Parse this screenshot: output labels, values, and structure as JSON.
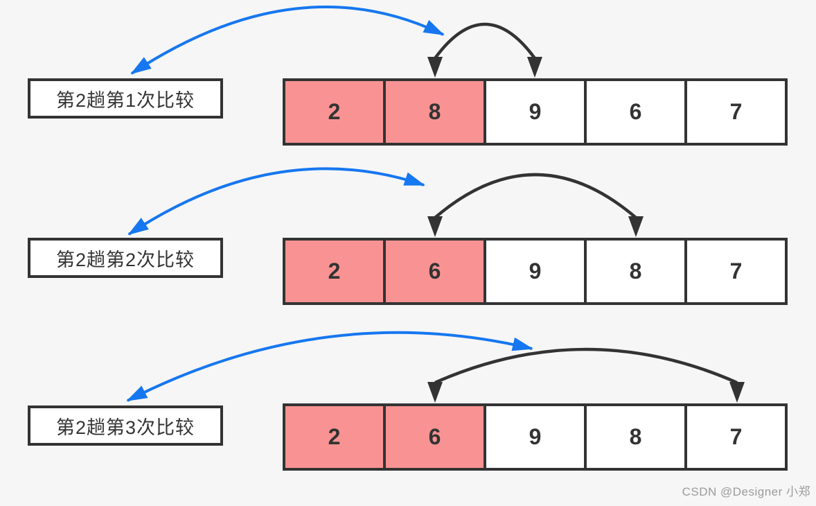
{
  "colors": {
    "bg": "#f6f6f6",
    "ink": "#333333",
    "hl": "#f99393",
    "blue": "#1677f0",
    "box": "#ffffff",
    "wm": "#9b9b9b"
  },
  "rows": [
    {
      "label": "第2趟第1次比较",
      "cells": [
        {
          "value": "2",
          "hl": true
        },
        {
          "value": "8",
          "hl": true
        },
        {
          "value": "9",
          "hl": false
        },
        {
          "value": "6",
          "hl": false
        },
        {
          "value": "7",
          "hl": false
        }
      ],
      "comparison_arc_between_positions": [
        2,
        3
      ],
      "label_link_arrow": "double-headed blue arc between label and comparison arc"
    },
    {
      "label": "第2趟第2次比较",
      "cells": [
        {
          "value": "2",
          "hl": true
        },
        {
          "value": "6",
          "hl": true
        },
        {
          "value": "9",
          "hl": false
        },
        {
          "value": "8",
          "hl": false
        },
        {
          "value": "7",
          "hl": false
        }
      ],
      "comparison_arc_between_positions": [
        2,
        4
      ],
      "label_link_arrow": "double-headed blue arc between label and comparison arc"
    },
    {
      "label": "第2趟第3次比较",
      "cells": [
        {
          "value": "2",
          "hl": true
        },
        {
          "value": "6",
          "hl": true
        },
        {
          "value": "9",
          "hl": false
        },
        {
          "value": "8",
          "hl": false
        },
        {
          "value": "7",
          "hl": false
        }
      ],
      "comparison_arc_between_positions": [
        2,
        5
      ],
      "label_link_arrow": "double-headed blue arc between label and comparison arc"
    }
  ],
  "watermark": "CSDN @Designer 小郑"
}
